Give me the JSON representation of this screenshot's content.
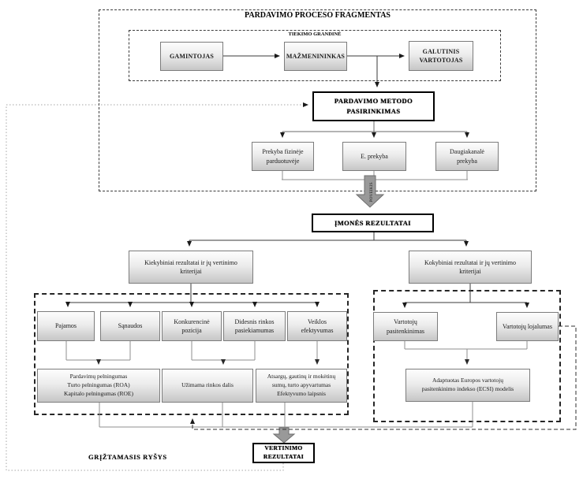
{
  "frames": {
    "process_title": "PARDAVIMO PROCESO FRAGMENTAS",
    "supply_chain_title": "TIEKIMO GRANDINĖ"
  },
  "nodes": {
    "gamintojas": "GAMINTOJAS",
    "mazmenininkas": "MAŽMENININKAS",
    "galutinis_vartotojas": "GALUTINIS\nVARTOTOJAS",
    "metodo_pasirinkimas": "PARDAVIMO METODO\nPASIRINKIMAS",
    "fizine_parduotuve": "Prekyba fizinėje\nparduotuvėje",
    "e_prekyba": "E. prekyba",
    "daugiakanale": "Daugiakanalė\nprekyba",
    "poveikis": "POVEIKIS",
    "imones_rezultatai": "ĮMONĖS REZULTATAI",
    "kiekybiniai": "Kiekybiniai rezultatai ir jų vertinimo\nkriterijai",
    "kokybiniai": "Kokybiniai rezultatai ir jų vertinimo\nkriterijai",
    "pajamos": "Pajamos",
    "sanaudos": "Sąnaudos",
    "konkurencine_pozicija": "Konkurencinė\npozicija",
    "didesnis_pasiekiamumas": "Didesnis rinkos\npasiekiamumas",
    "veiklos_efektyvumas": "Veiklos\nefektyvumas",
    "pelningumas": "Pardavimų pelningumas\nTurto pelningumas (ROA)\nKapitalo pelningumas (ROE)",
    "rinkos_dalis": "Užimama rinkos dalis",
    "apyvartumas": "Atsargų, gautinų ir mokėtinų\nsumų, turto apyvartumas\nEfektyvumo laipsnis",
    "pasitenkinimas": "Vartotojų\npasitenkinimas",
    "lojalumas": "Vartotojų lojalumas",
    "ecsi_modelis": "Adaptuotas Europos vartotojų\npasitenkinimo indekso (ECSI) modelis",
    "vertinimo_rezultatai": "VERTINIMO\nREZULTATAI",
    "griztamasis_rysys": "GRĮŽTAMASIS RYŠYS"
  },
  "colors": {
    "box_gradient_top": "#fdfdfd",
    "box_gradient_bottom": "#c6c6c6",
    "box_border": "#7c7c7c",
    "bold_border": "#000000",
    "connector_dark": "#3a3a3a",
    "connector_gray": "#8f8f8f",
    "thick_arrow_fill": "#999999",
    "dotted_feedback": "#a6a6a6"
  }
}
